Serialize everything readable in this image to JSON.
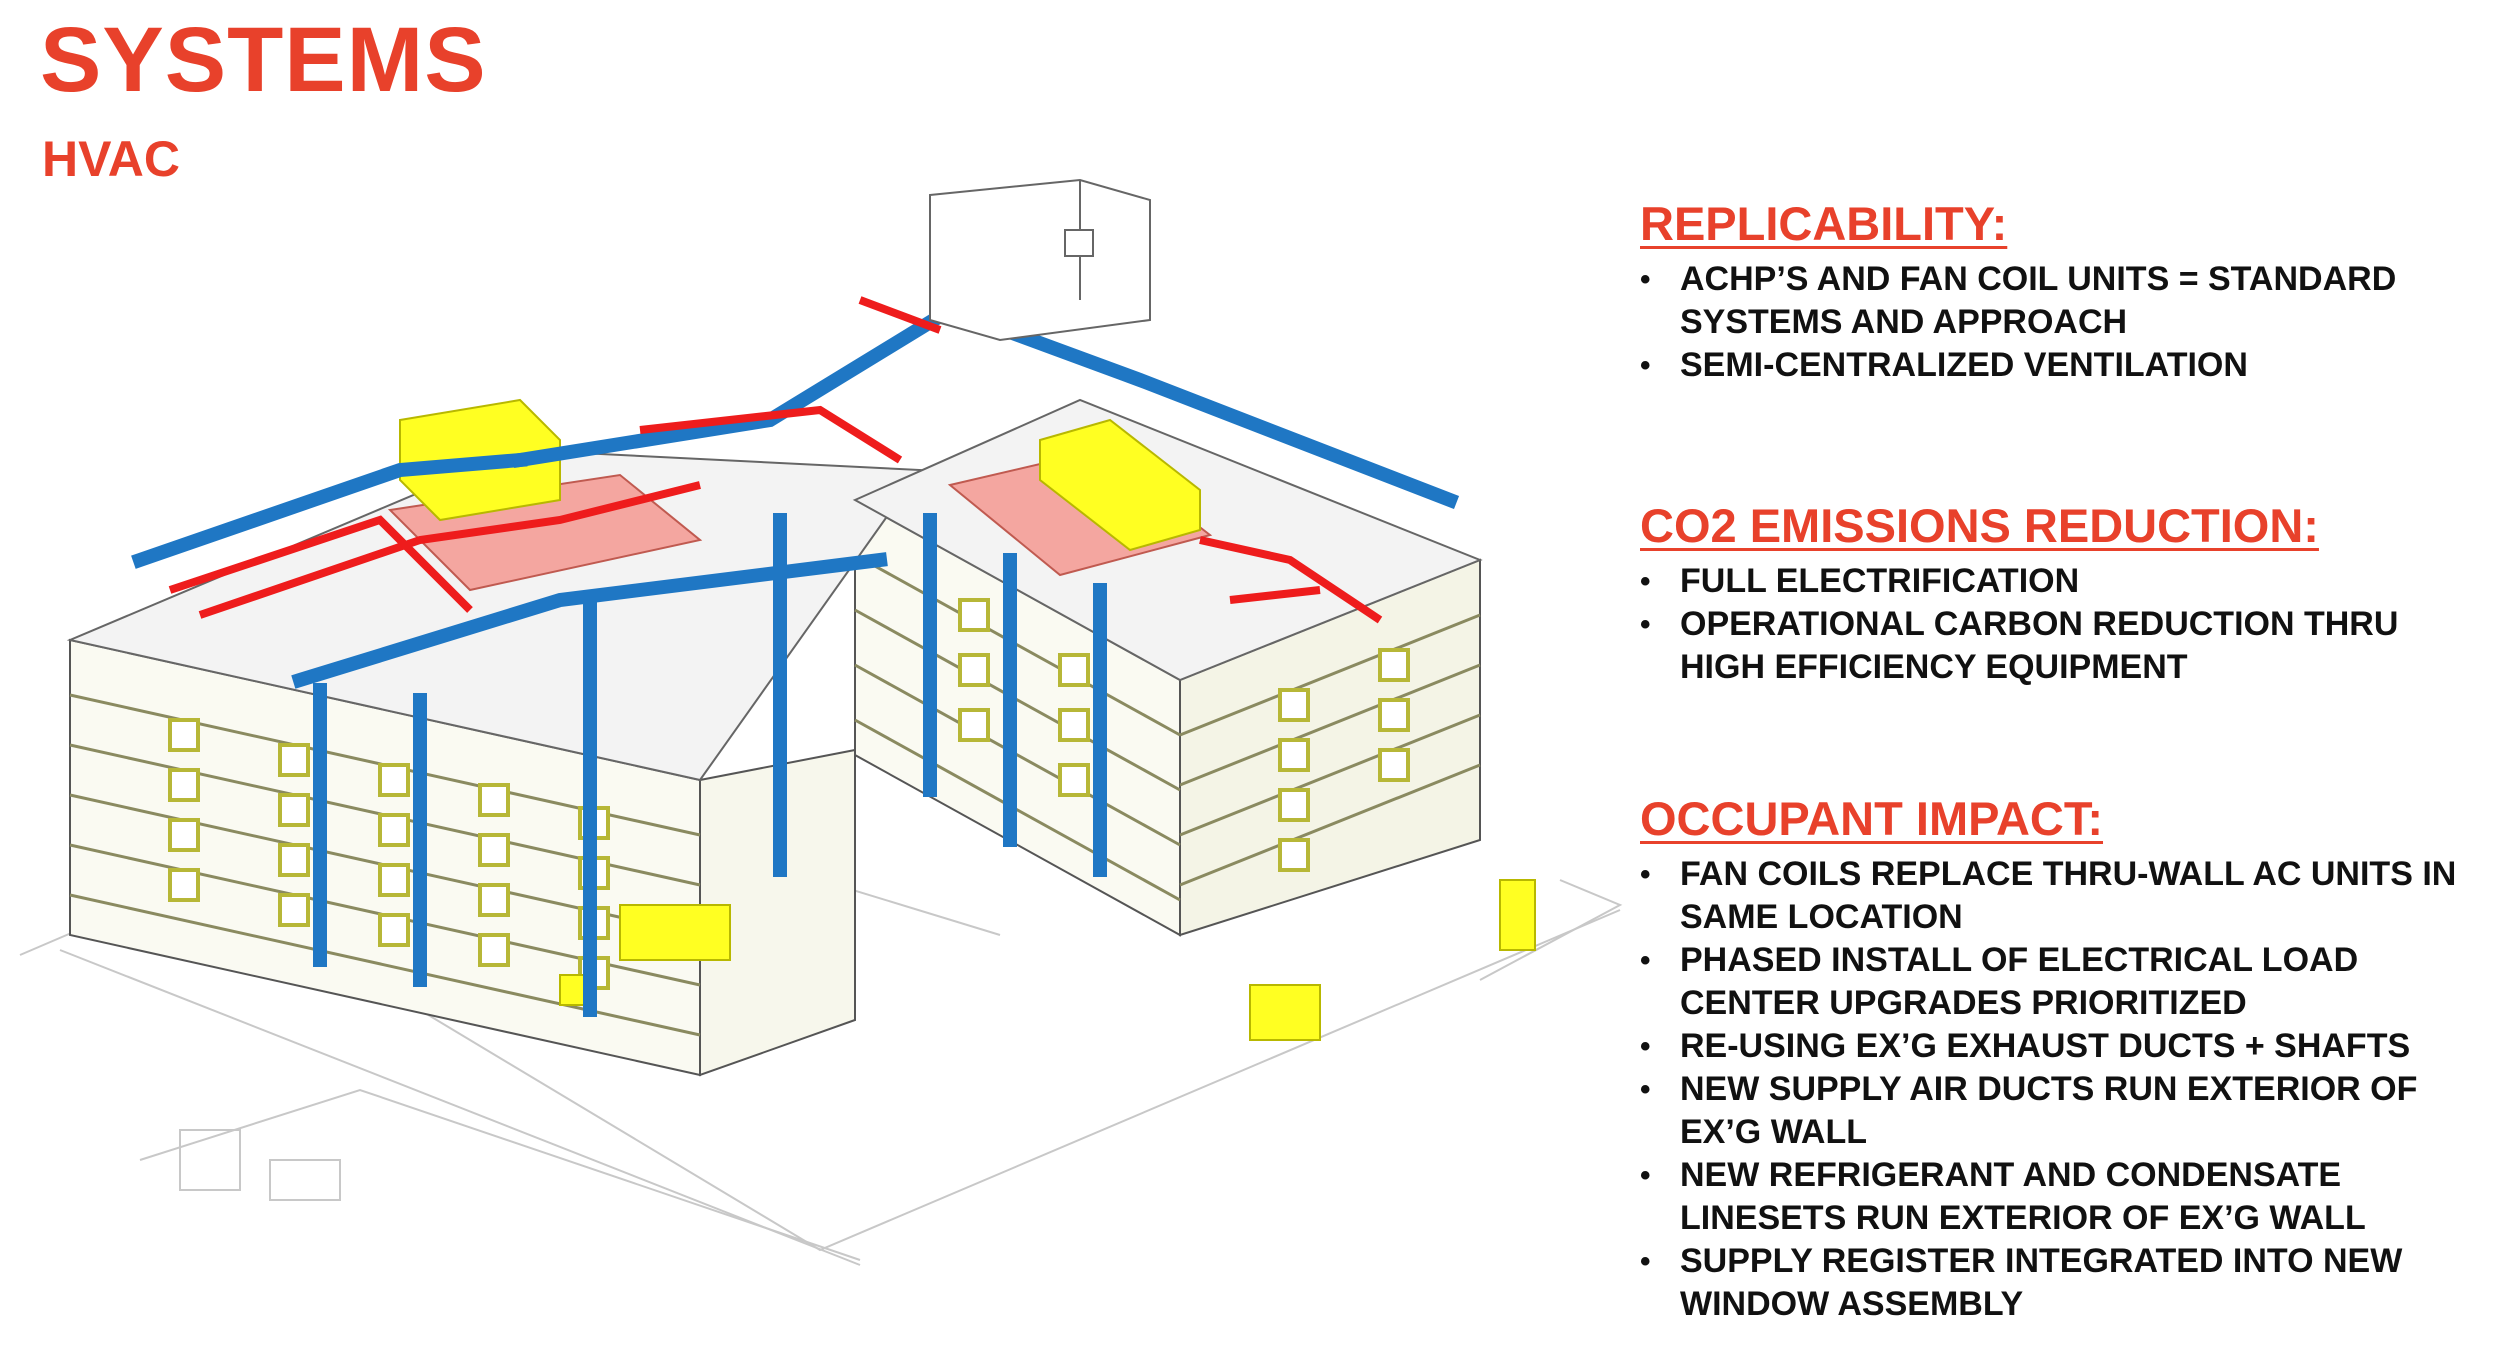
{
  "header": {
    "title": "SYSTEMS",
    "subtitle": "HVAC"
  },
  "colors": {
    "accent": "#e8412b",
    "duct_blue": "#1f77c4",
    "refrigerant_red": "#ee1c1c",
    "equipment_yellow": "#ffff22",
    "platform_pink": "#f4a6a0",
    "wall_yellow": "#d9d94a"
  },
  "sections": [
    {
      "heading": "REPLICABILITY:",
      "items": [
        "ACHP’S AND FAN COIL UNITS = STANDARD SYSTEMS AND APPROACH",
        "SEMI-CENTRALIZED VENTILATION"
      ]
    },
    {
      "heading": "CO2 EMISSIONS REDUCTION:",
      "items": [
        "FULL ELECTRIFICATION",
        "OPERATIONAL CARBON REDUCTION THRU HIGH EFFICIENCY EQUIPMENT"
      ]
    },
    {
      "heading": "OCCUPANT IMPACT:",
      "items": [
        "FAN COILS REPLACE THRU-WALL AC UNITS IN SAME LOCATION",
        "PHASED INSTALL OF ELECTRICAL LOAD CENTER UPGRADES PRIORITIZED",
        "RE-USING EX’G EXHAUST DUCTS + SHAFTS",
        "NEW SUPPLY AIR DUCTS RUN EXTERIOR OF EX’G WALL",
        "NEW REFRIGERANT AND CONDENSATE LINESETS RUN EXTERIOR OF EX’G WALL",
        "SUPPLY REGISTER INTEGRATED INTO NEW WINDOW ASSEMBLY"
      ]
    }
  ]
}
